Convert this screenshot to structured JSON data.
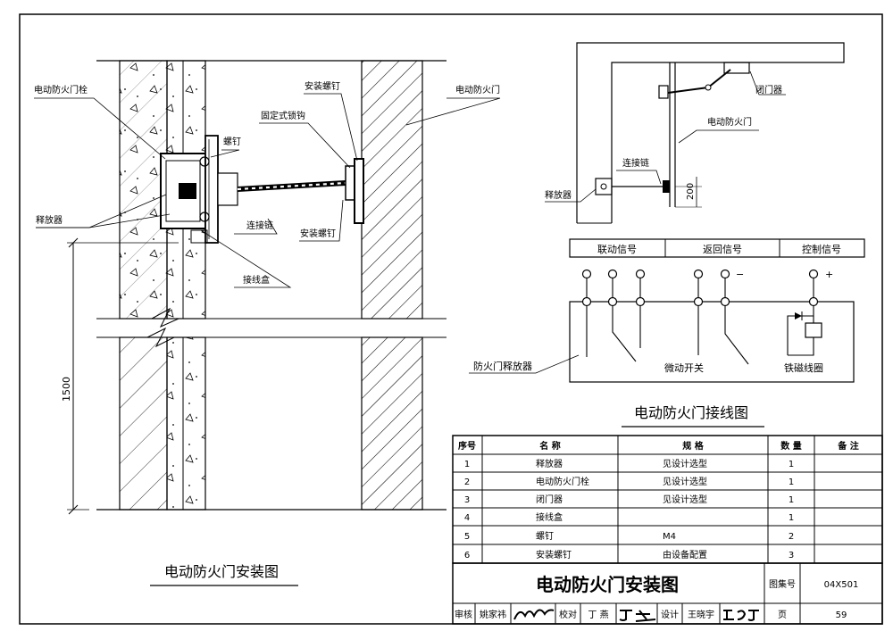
{
  "install_view": {
    "labels": {
      "door_bolt": "电动防火门栓",
      "install_screw_top": "安装螺钉",
      "fixed_hook": "固定式锁钩",
      "screw": "螺钉",
      "door": "电动防火门",
      "release": "释放器",
      "chain": "连接链",
      "install_screw_bottom": "安装螺钉",
      "junction_box": "接线盒"
    },
    "dimension": "1500",
    "caption": "电动防火门安装图"
  },
  "plan_view": {
    "door_closer": "闭门器",
    "door": "电动防火门",
    "chain": "连接链",
    "release": "释放器",
    "dim": "200"
  },
  "wiring": {
    "headers": [
      "联动信号",
      "返回信号",
      "控制信号"
    ],
    "minus": "−",
    "plus": "+",
    "release_label": "防火门释放器",
    "switch_label": "微动开关",
    "coil_label": "铁磁线圈",
    "caption": "电动防火门接线图"
  },
  "table": {
    "headers": [
      "序号",
      "名 称",
      "规 格",
      "数 量",
      "备 注"
    ],
    "rows": [
      [
        "1",
        "释放器",
        "见设计选型",
        "1",
        ""
      ],
      [
        "2",
        "电动防火门栓",
        "见设计选型",
        "1",
        ""
      ],
      [
        "3",
        "闭门器",
        "见设计选型",
        "1",
        ""
      ],
      [
        "4",
        "接线盒",
        "",
        "1",
        ""
      ],
      [
        "5",
        "螺钉",
        "M4",
        "2",
        ""
      ],
      [
        "6",
        "安装螺钉",
        "由设备配置",
        "3",
        ""
      ]
    ]
  },
  "title_block": {
    "title": "电动防火门安装图",
    "atlas_label": "图集号",
    "atlas_no": "04X501",
    "review": "审核",
    "reviewer": "姚家祎",
    "check": "校对",
    "checker": "丁 燕",
    "design": "设计",
    "designer": "王晓宇",
    "page_label": "页",
    "page_no": "59"
  }
}
